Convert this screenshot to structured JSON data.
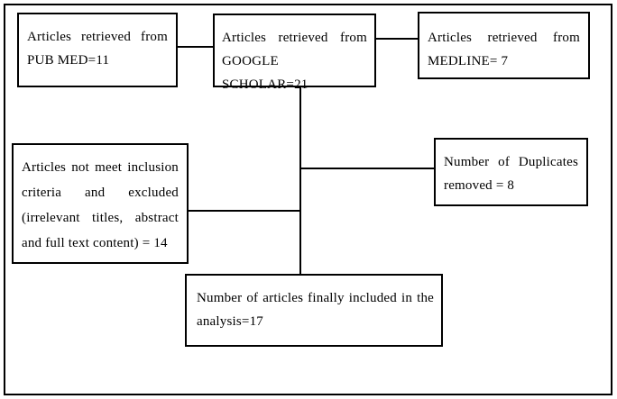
{
  "figure": {
    "type": "flow-diagram",
    "background_color": "#ffffff",
    "border_color": "#000000",
    "text_color": "#000000",
    "boxes": {
      "pubmed": "Articles retrieved from PUB MED=11",
      "google_scholar": "Articles retrieved from GOOGLE SCHOLAR=21",
      "medline": "Articles retrieved from MEDLINE= 7",
      "excluded": "Articles not meet inclusion criteria and excluded (irrelevant titles, abstract and full text content) = 14",
      "duplicates": "Number of Duplicates removed = 8",
      "final": "Number of articles finally included in the analysis=17"
    }
  }
}
